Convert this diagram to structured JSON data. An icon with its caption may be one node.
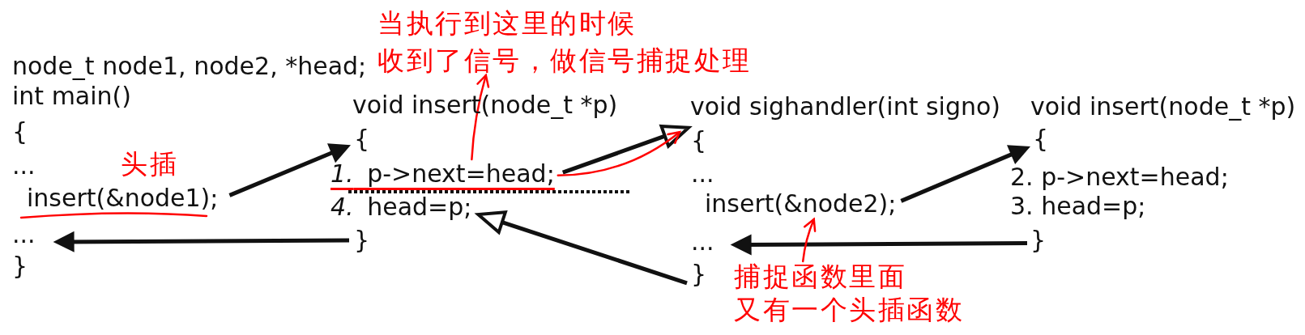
{
  "diagram": {
    "nodes": [
      {
        "text": [
          "当执行到这里的时候",
          "收到了信号，做信号捕捉处理"
        ]
      },
      {
        "text": [
          "insert(&node1);"
        ]
      },
      {
        "text": [
          "..."
        ]
      },
      {
        "text": [
          "{"
        ]
      },
      {
        "text": [
          "*1.* p->next=head;"
        ]
      },
      {
        "text": [
          "*4.* head=p;"
        ]
      },
      {
        "text": [
          "}"
        ]
      },
      {
        "text": [
          "{"
        ]
      },
      {
        "text": [
          "insert(&node2);"
        ]
      },
      {
        "text": [
          "..."
        ]
      },
      {
        "text": [
          "}"
        ]
      },
      {
        "text": [
          "捕捉函数里面",
          "又有一个头插函数"
        ]
      },
      {
        "text": [
          "{"
        ]
      },
      {
        "text": [
          "}"
        ]
      }
    ],
    "edges": [
      {
        "from": 1,
        "to": 3,
        "arrow": "to"
      },
      {
        "from": 6,
        "to": 2,
        "arrow": "to"
      },
      {
        "from": 4,
        "to": 7,
        "arrow": "to"
      },
      {
        "from": 8,
        "to": 12,
        "arrow": "to"
      },
      {
        "from": 13,
        "to": 9,
        "arrow": "to"
      },
      {
        "from": 10,
        "to": 5,
        "arrow": "to"
      },
      {
        "from": 4,
        "to": 0,
        "arrow": "to",
        "color": "#ff0000"
      },
      {
        "from": 4,
        "to": 7,
        "arrow": "to",
        "color": "#ff0000"
      },
      {
        "from": 11,
        "to": 8,
        "arrow": "to",
        "color": "#ff0000"
      }
    ],
    "labels": [
      "node_t node1, node2, *head;",
      "int main()",
      "{",
      "...",
      "头插",
      "}",
      "void insert(node_t *p)",
      "void sighandler(int signo)",
      "...",
      "void insert(node_t *p)",
      "2. p->next=head;",
      "3. head=p;"
    ]
  }
}
